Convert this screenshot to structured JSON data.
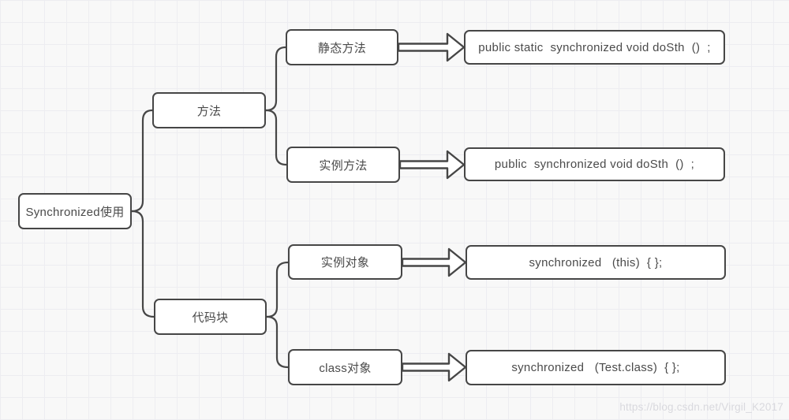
{
  "canvas": {
    "background": "#f8f8f8",
    "grid_color": "#ededf1",
    "stroke_color": "#464646",
    "text_color": "#4a4a4a"
  },
  "root": {
    "label": "Synchronized使用"
  },
  "branches": [
    {
      "label": "方法",
      "children": [
        {
          "label": "静态方法",
          "result": "public static  synchronized void doSth  ()  ;"
        },
        {
          "label": "实例方法",
          "result": "public  synchronized void doSth  ()  ;"
        }
      ]
    },
    {
      "label": "代码块",
      "children": [
        {
          "label": "实例对象",
          "result": "synchronized   (this)  { };"
        },
        {
          "label": "class对象",
          "result": "synchronized   (Test.class)  { };"
        }
      ]
    }
  ],
  "watermark": "https://blog.csdn.net/Virgil_K2017"
}
